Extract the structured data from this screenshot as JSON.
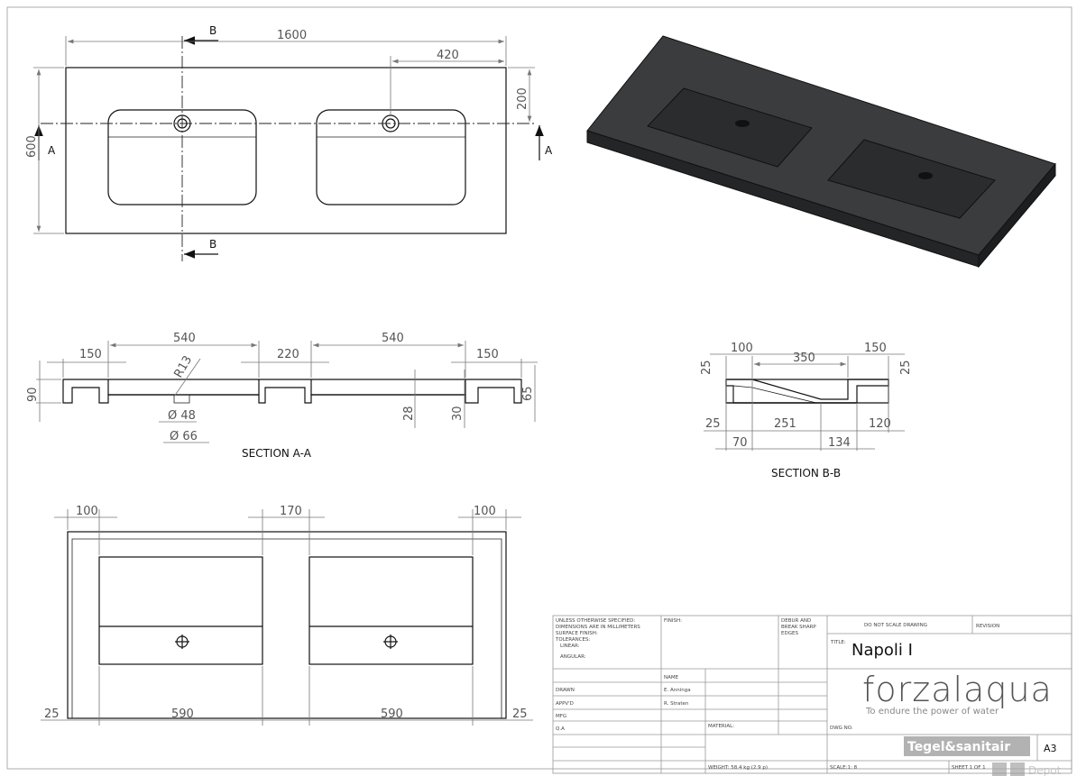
{
  "plan_view": {
    "dim_length": "1600",
    "dim_drain_offset": "420",
    "dim_drain_depth": "200",
    "dim_width": "600",
    "section_a_label": "A",
    "section_b_label": "B"
  },
  "section_a": {
    "title": "SECTION A-A",
    "dims": [
      "150",
      "540",
      "220",
      "540",
      "150",
      "90",
      "65",
      "28",
      "30",
      "R13",
      "Ø 48",
      "Ø 66"
    ]
  },
  "section_b": {
    "title": "SECTION B-B",
    "dims": [
      "100",
      "350",
      "150",
      "25",
      "25",
      "25",
      "251",
      "120",
      "70",
      "134"
    ]
  },
  "bottom_view": {
    "dims_top": [
      "100",
      "170",
      "100"
    ],
    "dims_bottom": [
      "25",
      "590",
      "590",
      "25"
    ]
  },
  "title_block": {
    "general_notes": [
      "UNLESS OTHERWISE SPECIFIED:",
      "DIMENSIONS ARE IN MILLIMETERS",
      "SURFACE FINISH:",
      "TOLERANCES:",
      "LINEAR:",
      "ANGULAR:"
    ],
    "finish_label": "FINISH:",
    "debur_label": [
      "DEBUR AND",
      "BREAK SHARP",
      "EDGES"
    ],
    "do_not_scale": "DO NOT SCALE DRAWING",
    "revision_label": "REVISION",
    "title_label": "TITLE:",
    "title_value": "Napoli I",
    "name_header": "NAME",
    "rows": [
      {
        "role": "DRAWN",
        "name": "E. Anninga"
      },
      {
        "role": "APPV'D",
        "name": "R. Straten"
      },
      {
        "role": "MFG",
        "name": ""
      },
      {
        "role": "Q.A",
        "name": ""
      }
    ],
    "material_label": "MATERIAL:",
    "weight": "WEIGHT: 58.4 kg (2.9 p)",
    "dwg_no_label": "DWG NO.",
    "sheet_size": "A3",
    "scale": "SCALE:1: 8",
    "sheet": "SHEET 1 OF 1",
    "brand": "forzalaqua",
    "tagline": "To endure the power of water"
  },
  "watermark": {
    "line1": "Tegel&sanitair",
    "line2": "Depot"
  },
  "colors": {
    "stone": "#2b2d2f",
    "stone_top": "#3a3c3e",
    "line": "#111111",
    "dimension": "#777777"
  }
}
